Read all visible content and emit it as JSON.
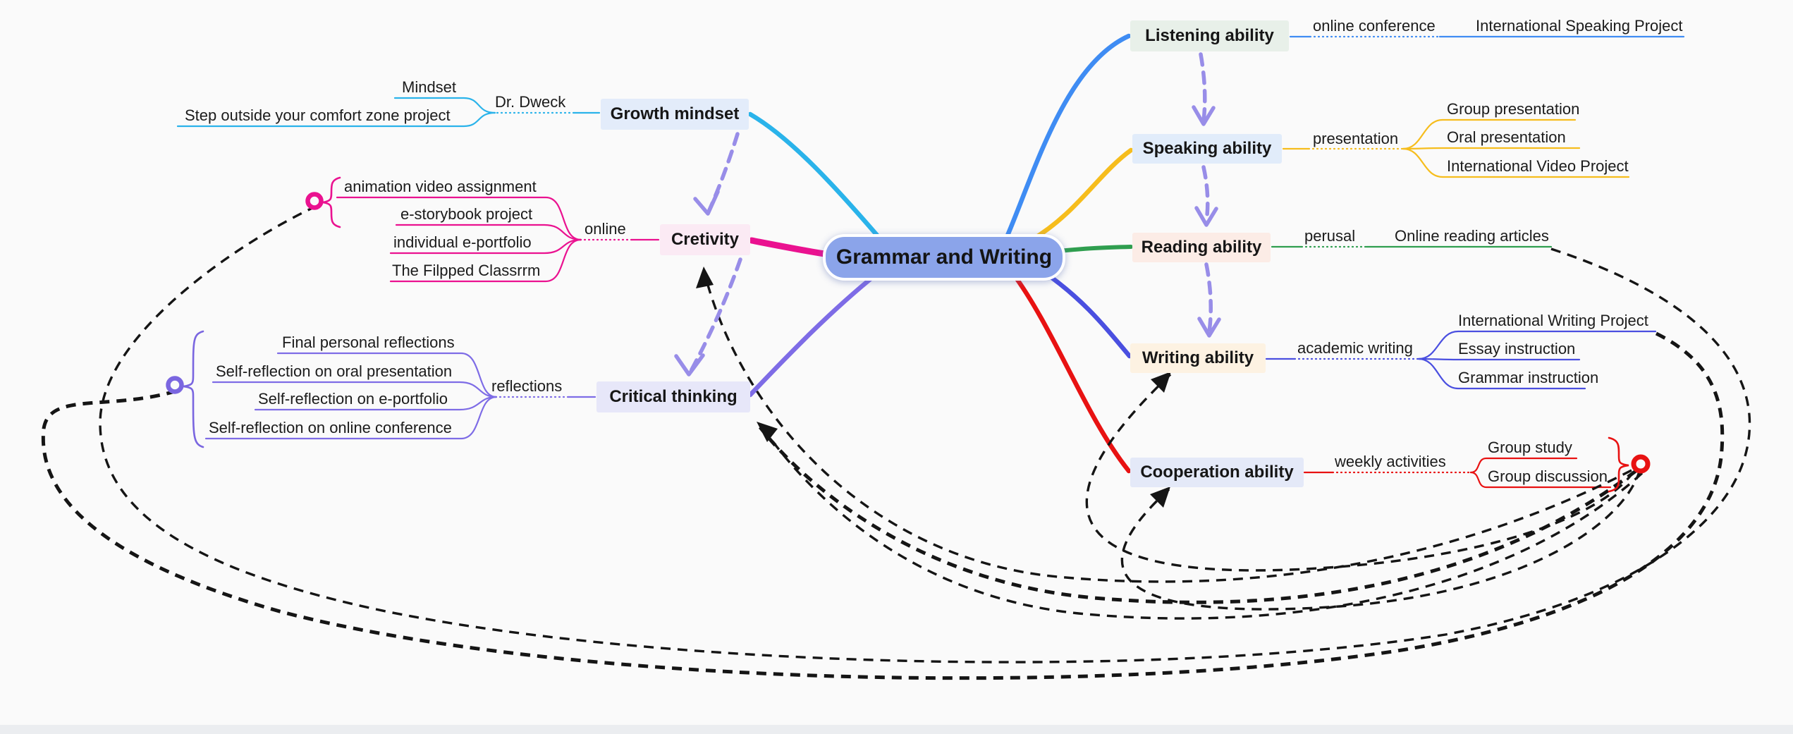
{
  "title": "Grammar and Writing mind map",
  "center": {
    "label": "Grammar and Writing",
    "fill": "#8ba4ea"
  },
  "branches": {
    "listening": {
      "label": "Listening ability",
      "mid": "online conference",
      "leaves": [
        "International Speaking Project"
      ],
      "color": "#3f8cf3",
      "box_fill": "#e8f0e9"
    },
    "speaking": {
      "label": "Speaking ability",
      "mid": "presentation",
      "leaves": [
        "Group presentation",
        "Oral presentation",
        "International Video Project"
      ],
      "color": "#f6bd1d",
      "box_fill": "#e1ecfa"
    },
    "reading": {
      "label": "Reading ability",
      "mid": "perusal",
      "leaves": [
        "Online reading articles"
      ],
      "color": "#2f9e4f",
      "box_fill": "#fcece6"
    },
    "writing": {
      "label": "Writing ability",
      "mid": "academic writing",
      "leaves": [
        "International Writing Project",
        "Essay instruction",
        "Grammar instruction"
      ],
      "color": "#4a4fe0",
      "box_fill": "#fdf2e2"
    },
    "cooperation": {
      "label": "Cooperation ability",
      "mid": "weekly activities",
      "leaves": [
        "Group study",
        "Group discussion"
      ],
      "color": "#e81212",
      "box_fill": "#e4e9f8"
    },
    "growth": {
      "label": "Growth mindset",
      "mid": "Dr. Dweck",
      "leaves": [
        "Mindset",
        "Step outside your comfort zone project"
      ],
      "color": "#2ab3ea",
      "box_fill": "#e3ecfa"
    },
    "cretivity": {
      "label": "Cretivity",
      "mid": "online",
      "leaves": [
        "animation video assignment",
        "e-storybook project",
        "individual e-portfolio",
        "The Filpped Classrrm"
      ],
      "color": "#ea1290",
      "box_fill": "#fbeaf4"
    },
    "critical": {
      "label": "Critical thinking",
      "mid": "reflections",
      "leaves": [
        "Final personal reflections",
        "Self-reflection on oral presentation",
        "Self-reflection on e-portfolio",
        "Self-reflection on online conference"
      ],
      "color": "#7e6ce6",
      "box_fill": "#e7e7f9"
    }
  },
  "relations": {
    "sequence_arrows": [
      "Listening ability -> Speaking ability",
      "Speaking ability -> Reading ability",
      "Reading ability -> Writing ability",
      "Growth mindset -> Cretivity",
      "Cretivity -> Critical thinking"
    ],
    "dashed_links_converge_at": [
      "pink-marker",
      "purple-marker",
      "red-marker"
    ],
    "dashed_link_targets": [
      "Cretivity",
      "Critical thinking",
      "Writing ability",
      "Cooperation ability"
    ]
  },
  "colors": {
    "background": "#fafafa",
    "sequence_arrow": "#988de8",
    "link_dash": "#151515",
    "marker_pink": "#ea1290",
    "marker_purple": "#7a66e0",
    "marker_red": "#e81212"
  },
  "icons": {
    "pink_marker": "donut-circle",
    "purple_marker": "donut-circle",
    "red_marker": "donut-circle"
  }
}
